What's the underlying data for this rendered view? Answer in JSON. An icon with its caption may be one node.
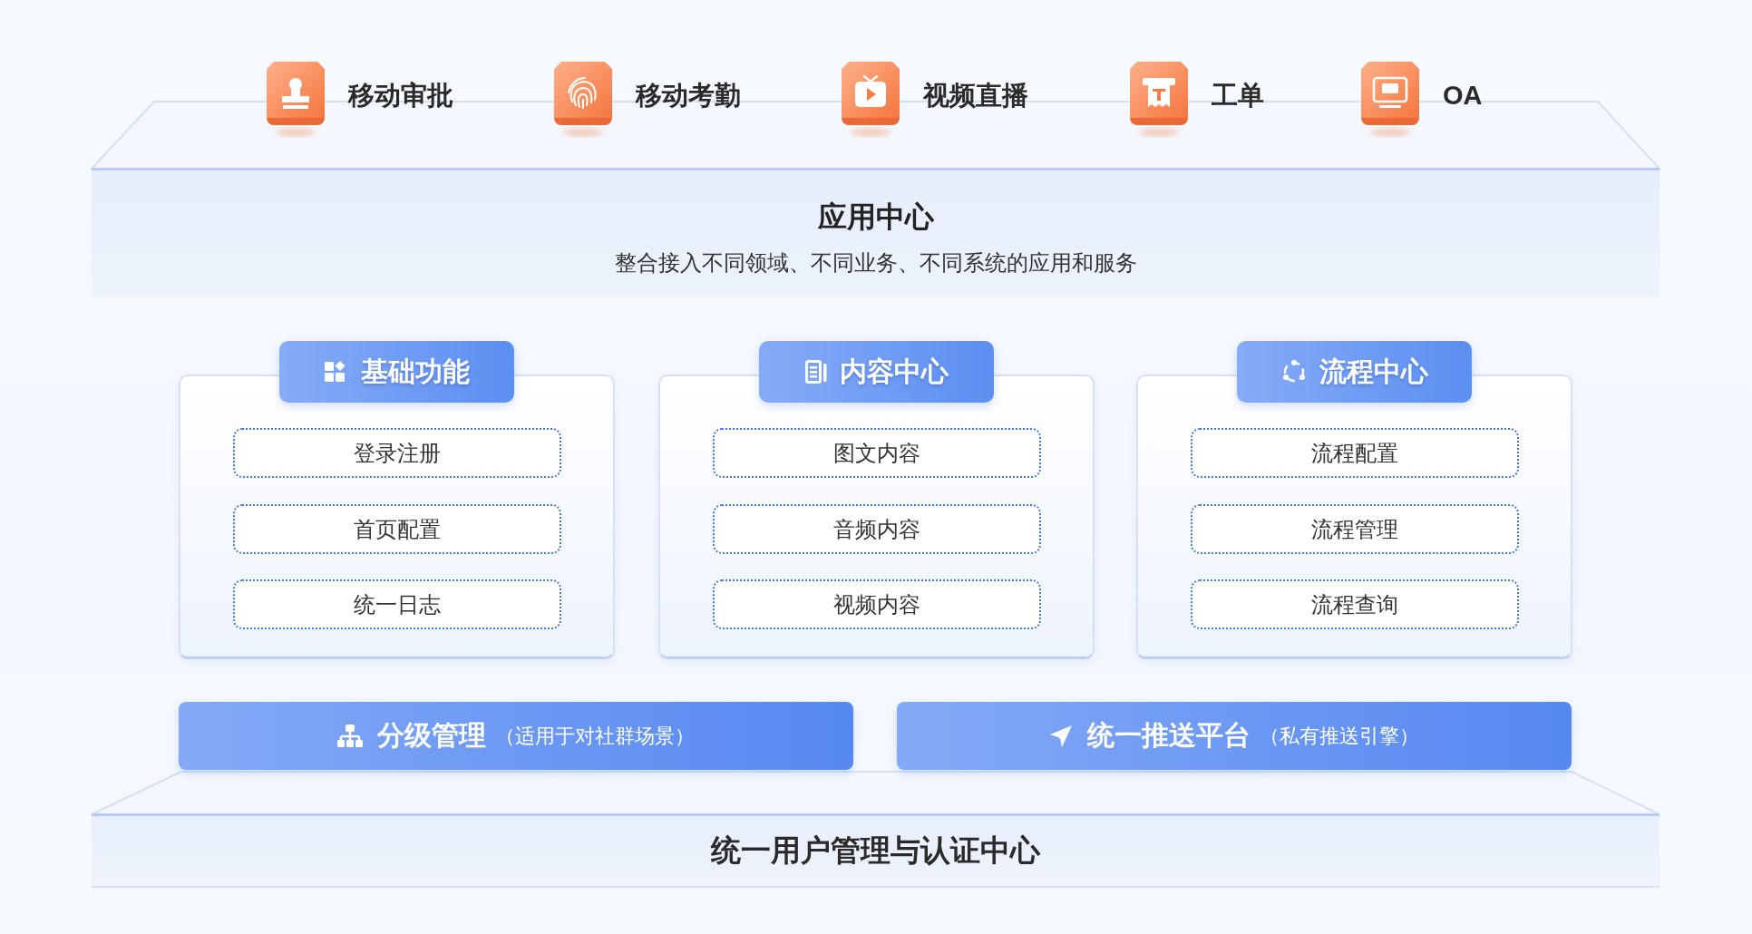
{
  "diagram": {
    "nodes": [
      {
        "text": [
          "移动审批"
        ]
      },
      {
        "text": [
          "移动考勤"
        ]
      },
      {
        "text": [
          "视频直播"
        ]
      },
      {
        "text": [
          "工单"
        ]
      },
      {
        "text": [
          "OA"
        ]
      },
      {
        "text": [
          "应用中心",
          "整合接入不同领域、不同业务、不同系统的应用和服务"
        ]
      },
      {
        "text": [
          "基础功能"
        ]
      },
      {
        "text": [
          "登录注册"
        ],
        "in": 6
      },
      {
        "text": [
          "首页配置"
        ],
        "in": 6
      },
      {
        "text": [
          "统一日志"
        ],
        "in": 6
      },
      {
        "text": [
          "内容中心"
        ]
      },
      {
        "text": [
          "图文内容"
        ],
        "in": 10
      },
      {
        "text": [
          "音频内容"
        ],
        "in": 10
      },
      {
        "text": [
          "视频内容"
        ],
        "in": 10
      },
      {
        "text": [
          "流程中心"
        ]
      },
      {
        "text": [
          "流程配置"
        ],
        "in": 14
      },
      {
        "text": [
          "流程管理"
        ],
        "in": 14
      },
      {
        "text": [
          "流程查询"
        ],
        "in": 14
      },
      {
        "text": [
          "分级管理",
          "（适用于对社群场景）"
        ]
      },
      {
        "text": [
          "统一推送平台",
          "（私有推送引擎）"
        ]
      },
      {
        "text": [
          "统一用户管理与认证中心"
        ]
      }
    ]
  }
}
